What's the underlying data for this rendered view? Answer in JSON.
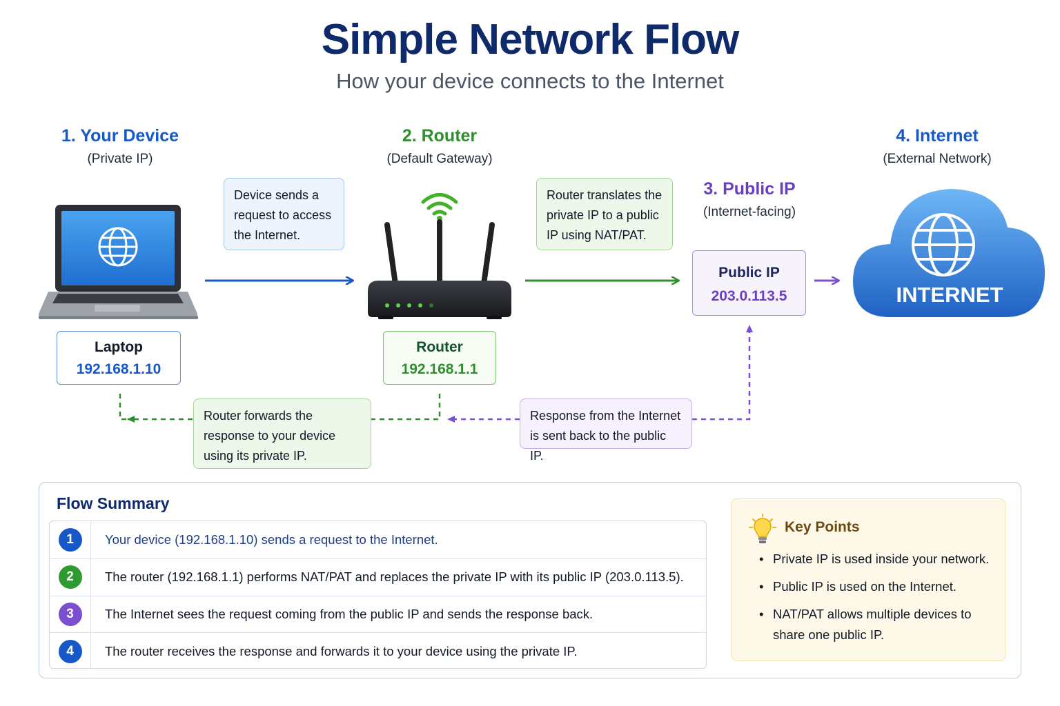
{
  "header": {
    "title": "Simple Network Flow",
    "subtitle": "How your device connects to the Internet"
  },
  "stages": {
    "device": {
      "title": "1. Your Device",
      "subtitle": "(Private IP)"
    },
    "router": {
      "title": "2. Router",
      "subtitle": "(Default Gateway)"
    },
    "public_ip": {
      "title": "3. Public IP",
      "subtitle": "(Internet-facing)"
    },
    "internet": {
      "title": "4. Internet",
      "subtitle": "(External Network)"
    }
  },
  "devices": {
    "laptop": {
      "name": "Laptop",
      "ip": "192.168.1.10"
    },
    "router": {
      "name": "Router",
      "ip": "192.168.1.1"
    },
    "public_ip": {
      "name": "Public IP",
      "ip": "203.0.113.5"
    },
    "internet": {
      "label": "INTERNET"
    }
  },
  "notes": {
    "request": "Device sends a request to access the Internet.",
    "translate": "Router translates the private IP to a public IP using NAT/PAT.",
    "response_back": "Response from the Internet is sent back to the public IP.",
    "forward": "Router forwards the response to your device using its private IP."
  },
  "summary": {
    "title": "Flow Summary",
    "steps": [
      {
        "num": "1",
        "text": "Your device (192.168.1.10) sends a request to the Internet.",
        "color": "#1758c9"
      },
      {
        "num": "2",
        "text": "The router (192.168.1.1) performs NAT/PAT and replaces the private IP with its public IP (203.0.113.5).",
        "color": "#2f9a2f"
      },
      {
        "num": "3",
        "text": "The Internet sees the request coming from the public IP and sends the response back.",
        "color": "#7b4fcf"
      },
      {
        "num": "4",
        "text": "The router receives the response and forwards it to your device using the private IP.",
        "color": "#1758c9"
      }
    ]
  },
  "key_points": {
    "title": "Key Points",
    "items": [
      "Private IP is used inside your network.",
      "Public IP is used on the Internet.",
      "NAT/PAT allows multiple devices to share one public IP."
    ]
  },
  "colors": {
    "blue": "#1758c9",
    "green": "#2f8f2f",
    "purple": "#7b4fcf",
    "navy": "#0f2a6b"
  },
  "icons": [
    "globe-icon",
    "laptop-icon",
    "router-icon",
    "wifi-icon",
    "cloud-icon",
    "lightbulb-icon"
  ]
}
